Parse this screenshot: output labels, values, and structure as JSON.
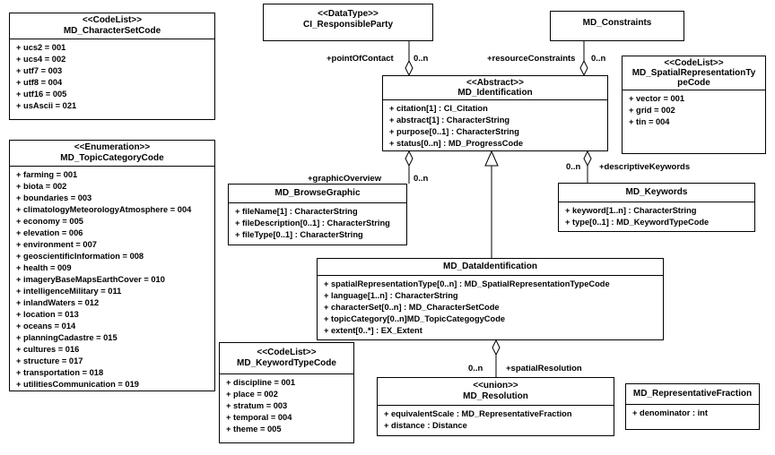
{
  "classes": {
    "charset": {
      "stereotype": "<<CodeList>>",
      "name": "MD_CharacterSetCode",
      "attributes": [
        "+ ucs2 = 001",
        "+ ucs4 = 002",
        "+ utf7 = 003",
        "+ utf8 = 004",
        "+ utf16 = 005",
        "+ usAscii = 021"
      ]
    },
    "topic": {
      "stereotype": "<<Enumeration>>",
      "name": "MD_TopicCategoryCode",
      "attributes": [
        "+ farming = 001",
        "+ biota = 002",
        "+ boundaries = 003",
        "+ climatologyMeteorologyAtmosphere = 004",
        "+ economy = 005",
        "+ elevation = 006",
        "+ environment = 007",
        "+ geoscientificInformation = 008",
        "+ health = 009",
        "+ imageryBaseMapsEarthCover = 010",
        "+ intelligenceMilitary = 011",
        "+ inlandWaters = 012",
        "+ location = 013",
        "+ oceans = 014",
        "+ planningCadastre = 015",
        "+ cultures = 016",
        "+ structure = 017",
        "+ transportation = 018",
        "+ utilitiesCommunication = 019"
      ]
    },
    "party": {
      "stereotype": "<<DataType>>",
      "name": "CI_ResponsibleParty"
    },
    "constraints": {
      "name": "MD_Constraints"
    },
    "spatialrep": {
      "stereotype": "<<CodeList>>",
      "name_line1": "MD_SpatialRepresentationTy",
      "name_line2": "peCode",
      "attributes": [
        "+ vector = 001",
        "+ grid = 002",
        "+ tin = 004"
      ]
    },
    "identification": {
      "stereotype": "<<Abstract>>",
      "name": "MD_Identification",
      "attributes": [
        "+ citation[1] : CI_Citation",
        "+ abstract[1] : CharacterString",
        "+ purpose[0..1] : CharacterString",
        "+ status[0..n] : MD_ProgressCode"
      ]
    },
    "browse": {
      "name": "MD_BrowseGraphic",
      "attributes": [
        "+ fileName[1] : CharacterString",
        "+ fileDescription[0..1] : CharacterString",
        "+ fileType[0..1] : CharacterString"
      ]
    },
    "keywords": {
      "name": "MD_Keywords",
      "attributes": [
        "+ keyword[1..n] : CharacterString",
        "+ type[0..1] : MD_KeywordTypeCode"
      ]
    },
    "dataid": {
      "name": "MD_DataIdentification",
      "attributes": [
        "+ spatialRepresentationType[0..n] : MD_SpatialRepresentationTypeCode",
        "+ language[1..n] : CharacterString",
        "+ characterSet[0..n] : MD_CharacterSetCode",
        "+ topicCategory[0..n]MD_TopicCategogyCode",
        "+ extent[0..*] : EX_Extent"
      ]
    },
    "kwtype": {
      "stereotype": "<<CodeList>>",
      "name": "MD_KeywordTypeCode",
      "attributes": [
        "+ discipline = 001",
        "+ place = 002",
        "+ stratum = 003",
        "+ temporal = 004",
        "+ theme = 005"
      ]
    },
    "resolution": {
      "stereotype": "<<union>>",
      "name": "MD_Resolution",
      "attributes": [
        "+ equivalentScale : MD_RepresentativeFraction",
        "+ distance : Distance"
      ]
    },
    "fraction": {
      "name": "MD_RepresentativeFraction",
      "attributes": [
        "+ denominator : int"
      ]
    }
  },
  "associations": {
    "point_of_contact": {
      "role": "+pointOfContact",
      "multiplicity": "0..n"
    },
    "resource_constraints": {
      "role": "+resourceConstraints",
      "multiplicity": "0..n"
    },
    "graphic_overview": {
      "role": "+graphicOverview",
      "multiplicity": "0..n"
    },
    "descriptive_keywords": {
      "role": "+descriptiveKeywords",
      "multiplicity": "0..n"
    },
    "spatial_resolution": {
      "role": "+spatialResolution",
      "multiplicity": "0..n"
    }
  }
}
